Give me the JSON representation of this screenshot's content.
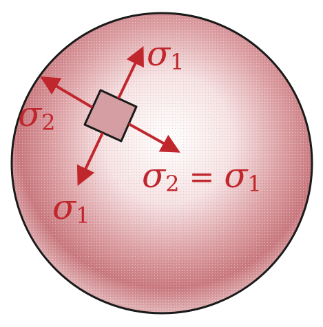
{
  "figure": {
    "colors": {
      "sphere_light": "#ffffff",
      "sphere_mid": "#e7aeb0",
      "sphere_dark": "#b95a60",
      "outline": "#1a1a1a",
      "element_fill": "#d49ea2",
      "arrow": "#c0272d",
      "label": "#c0272d"
    },
    "labels": {
      "sigma1_top": {
        "symbol": "σ",
        "subscript": "1"
      },
      "sigma2_left": {
        "symbol": "σ",
        "subscript": "2"
      },
      "sigma1_bottom": {
        "symbol": "σ",
        "subscript": "1"
      },
      "equation": {
        "lhs_symbol": "σ",
        "lhs_subscript": "2",
        "operator": "=",
        "rhs_symbol": "σ",
        "rhs_subscript": "1"
      }
    }
  }
}
